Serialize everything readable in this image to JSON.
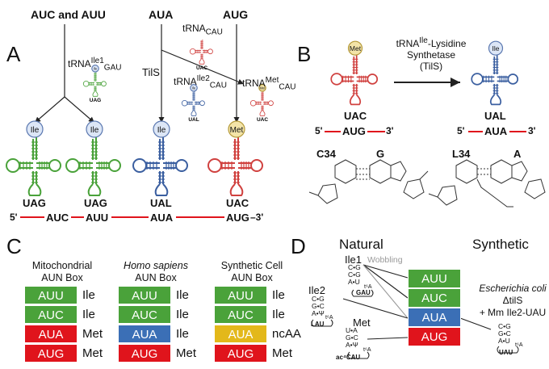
{
  "panelA": {
    "letter": "A",
    "codon_groups": [
      "AUC and AUU",
      "AUA",
      "AUG"
    ],
    "trna_labels": {
      "ile1": "tRNA",
      "ile1_sup": "Ile1",
      "ile1_sub": "GAU",
      "cau": "tRNA",
      "cau_sub": "CAU",
      "ile2": "tRNA",
      "ile2_sup": "Ile2",
      "ile2_sub": "CAU",
      "met": "tRNA",
      "met_sup": "Met",
      "met_sub": "CAU"
    },
    "tils": "TilS",
    "mini_anticodons": [
      "UAG",
      "UAC",
      "UAL",
      "UAC"
    ],
    "mini_heads": [
      "Ile",
      "Ile",
      "Met"
    ],
    "trnas": [
      {
        "aa": "Ile",
        "anticodon": "UAG",
        "codon": "AUC",
        "color": "#4aa23a"
      },
      {
        "aa": "Ile",
        "anticodon": "UAG",
        "codon": "AUU",
        "color": "#4aa23a"
      },
      {
        "aa": "Ile",
        "anticodon": "UAL",
        "codon": "AUA",
        "color": "#3b5fa0"
      },
      {
        "aa": "Met",
        "anticodon": "UAC",
        "codon": "AUG",
        "color": "#d0413f"
      }
    ],
    "five_prime": "5'",
    "three_prime": "–3'"
  },
  "panelB": {
    "letter": "B",
    "enzyme": [
      "tRNA",
      "Ile",
      "-Lysidine",
      "Synthetase",
      "(TilS)"
    ],
    "left": {
      "aa": "Met",
      "anticodon": "UAC",
      "codon": "AUG",
      "five": "5'",
      "three": "3'"
    },
    "right": {
      "aa": "Ile",
      "anticodon": "UAL",
      "codon": "AUA",
      "five": "5'",
      "three": "3'"
    },
    "pair_left": [
      "C34",
      "G"
    ],
    "pair_right": [
      "L34",
      "A"
    ]
  },
  "panelC": {
    "letter": "C",
    "columns": [
      {
        "title1": "Mitochondrial",
        "title2": "AUN Box",
        "rows": [
          {
            "codon": "AUU",
            "color": "green",
            "aa": "Ile"
          },
          {
            "codon": "AUC",
            "color": "green",
            "aa": "Ile"
          },
          {
            "codon": "AUA",
            "color": "red",
            "aa": "Met"
          },
          {
            "codon": "AUG",
            "color": "red",
            "aa": "Met"
          }
        ]
      },
      {
        "title1": "Homo sapiens",
        "title2": "AUN Box",
        "rows": [
          {
            "codon": "AUU",
            "color": "green",
            "aa": "Ile"
          },
          {
            "codon": "AUC",
            "color": "green",
            "aa": "Ile"
          },
          {
            "codon": "AUA",
            "color": "blue",
            "aa": "Ile"
          },
          {
            "codon": "AUG",
            "color": "red",
            "aa": "Met"
          }
        ]
      },
      {
        "title1": "Synthetic Cell",
        "title2": "AUN Box",
        "rows": [
          {
            "codon": "AUU",
            "color": "green",
            "aa": "Ile"
          },
          {
            "codon": "AUC",
            "color": "green",
            "aa": "Ile"
          },
          {
            "codon": "AUA",
            "color": "yellow",
            "aa": "ncAA"
          },
          {
            "codon": "AUG",
            "color": "red",
            "aa": "Met"
          }
        ]
      }
    ]
  },
  "panelD": {
    "letter": "D",
    "natural": "Natural",
    "synthetic": "Synthetic",
    "ile1": "Ile1",
    "wobbling": "Wobbling",
    "ile2": "Ile2",
    "met": "Met",
    "boxes": [
      {
        "codon": "AUU",
        "color": "green"
      },
      {
        "codon": "AUC",
        "color": "green"
      },
      {
        "codon": "AUA",
        "color": "blue"
      },
      {
        "codon": "AUG",
        "color": "red"
      }
    ],
    "organism": "Escherichia coli",
    "deletion": "ΔtilS",
    "addition": "+ Mm Ile2-UAU",
    "anticodons": [
      "GAU",
      "LAU",
      "ac⁴CAU",
      "UAU"
    ],
    "t6a": "t⁶A",
    "pairs_ile1": [
      "C•G",
      "C•G",
      "A•U"
    ],
    "pairs_ile2": [
      "C•G",
      "G•C",
      "A•Ψ"
    ],
    "pairs_met": [
      "U•A",
      "G•C",
      "A•Ψ"
    ],
    "pairs_syn": [
      "C•G",
      "G•C",
      "A•U"
    ]
  }
}
